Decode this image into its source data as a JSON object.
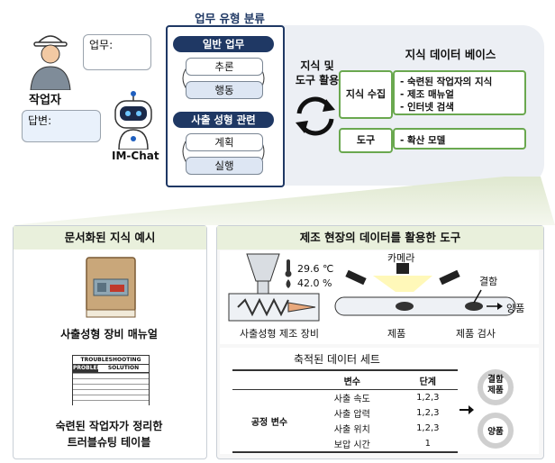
{
  "top": {
    "worker_bubble": "업무:",
    "worker_label": "작업자",
    "answer_bubble": "답변:",
    "bot_label": "IM-Chat",
    "task_title": "업무 유형 분류",
    "general_header": "일반 업무",
    "reason": "추론",
    "action": "행동",
    "injection_header": "사출 성형 관련",
    "plan": "계획",
    "execute": "실행",
    "arrow_label_1": "지식 및",
    "arrow_label_2": "도구 활용",
    "kb_title": "지식 데이터 베이스",
    "knowledge_label": "지식 수집",
    "knowledge_items": [
      "- 숙련된 작업자의 지식",
      "- 제조 매뉴얼",
      "- 인터넷 검색"
    ],
    "tool_label": "도구",
    "tool_items": [
      "- 확산 모델"
    ]
  },
  "left_panel": {
    "title": "문서화된 지식 예시",
    "manual_caption": "사출성형 장비 매뉴얼",
    "ts_title": "TROUBLESHOOTING",
    "ts_col1": "PROBLEM",
    "ts_col2": "SOLUTION",
    "ts_caption_1": "숙련된 작업자가 정리한",
    "ts_caption_2": "트러블슈팅 테이블"
  },
  "right_panel": {
    "title": "제조 현장의 데이터를 활용한 도구",
    "temperature": "29.6 ℃",
    "humidity": "42.0 %",
    "camera": "카메라",
    "defect": "결함",
    "good": "양품",
    "machine_label": "사출성형 제조 장비",
    "product_label": "제품",
    "inspection_label": "제품 검사",
    "dataset_title": "축적된 데이터 세트",
    "table_headers": [
      "변수",
      "단계"
    ],
    "row_group": "공정 변수",
    "rows": [
      {
        "var": "사출 속도",
        "level": "1,2,3"
      },
      {
        "var": "사출 압력",
        "level": "1,2,3"
      },
      {
        "var": "사출 위치",
        "level": "1,2,3"
      },
      {
        "var": "보압 시간",
        "level": "1"
      }
    ],
    "defect_product": [
      "결함",
      "제품"
    ],
    "good_product": "양품"
  },
  "colors": {
    "navy": "#1f3864",
    "green_border": "#6aa84f",
    "green_fill": "#e9f0dc",
    "lightblue": "#dde6f3"
  }
}
